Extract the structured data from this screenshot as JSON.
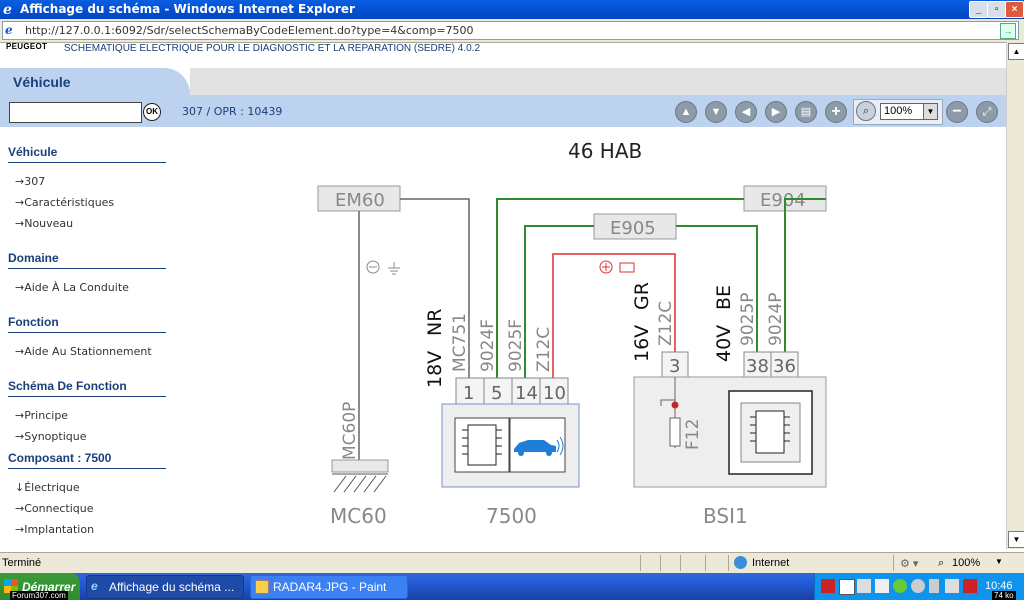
{
  "window": {
    "title": "Affichage du schéma - Windows Internet Explorer",
    "url": "http://127.0.0.1:6092/Sdr/selectSchemaByCodeElement.do?type=4&comp=7500"
  },
  "header": {
    "brand": "PEUGEOT",
    "app_title": "SCHEMATIQUE ELECTRIQUE POUR LE DIAGNOSTIC ET LA REPARATION (SEDRE) 4.0.2",
    "tab": "Véhicule"
  },
  "toolbar": {
    "search_value": "",
    "ok_label": "OK",
    "breadcrumb": "307  /  OPR : 10439",
    "zoom": "100%"
  },
  "sidebar": {
    "sections": [
      {
        "heading": "Véhicule",
        "items": [
          "307",
          "Caractéristiques",
          "Nouveau"
        ]
      },
      {
        "heading": "Domaine",
        "items": [
          "Aide À La Conduite"
        ]
      },
      {
        "heading": "Fonction",
        "items": [
          "Aide Au Stationnement"
        ]
      },
      {
        "heading": "Schéma De Fonction",
        "items": [
          "Principe",
          "Synoptique"
        ]
      },
      {
        "heading": "Composant : 7500",
        "items": [
          "Électrique",
          "Connectique",
          "Implantation"
        ]
      }
    ]
  },
  "schematic": {
    "title": "46 HAB",
    "boxes": {
      "em60": "EM60",
      "e904": "E904",
      "e905": "E905"
    },
    "wire_labels": [
      "MC751",
      "9024F",
      "9025F",
      "Z12C",
      "Z12C",
      "9025P",
      "9024P",
      "MC60P"
    ],
    "voltages": [
      "18V",
      "NR",
      "16V",
      "GR",
      "40V",
      "BE"
    ],
    "pins_7500": [
      "1",
      "5",
      "14",
      "10"
    ],
    "pins_bsi": [
      "3",
      "38",
      "36"
    ],
    "fuse": "F12",
    "components": [
      "MC60",
      "7500",
      "BSI1"
    ],
    "colors": {
      "green": "#2e8b2e",
      "red": "#e03030",
      "gray": "#666666"
    }
  },
  "status": {
    "text": "Terminé",
    "zone": "Internet",
    "zoom": "100%"
  },
  "taskbar": {
    "start": "Démarrer",
    "tasks": [
      "Affichage du schéma ...",
      "RADAR4.JPG - Paint"
    ],
    "clock": "10:46",
    "watermark": "Forum307.com",
    "size": "74 ko"
  }
}
